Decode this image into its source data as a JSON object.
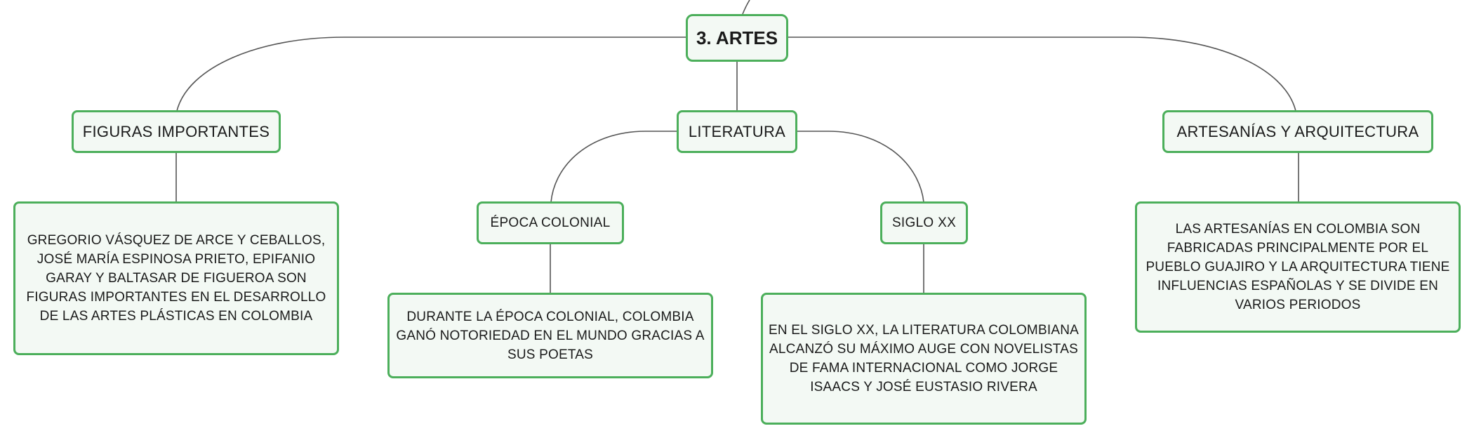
{
  "root": {
    "label": "3. ARTES"
  },
  "branches": {
    "figuras": {
      "label": "FIGURAS IMPORTANTES",
      "detail": "GREGORIO VÁSQUEZ DE ARCE Y CEBALLOS, JOSÉ MARÍA ESPINOSA PRIETO, EPIFANIO GARAY Y BALTASAR DE FIGUEROA SON FIGURAS IMPORTANTES EN EL DESARROLLO DE LAS ARTES PLÁSTICAS EN COLOMBIA"
    },
    "literatura": {
      "label": "LITERATURA",
      "children": {
        "colonial": {
          "label": "ÉPOCA COLONIAL",
          "detail": "DURANTE LA ÉPOCA COLONIAL, COLOMBIA GANÓ NOTORIEDAD EN EL MUNDO GRACIAS A SUS POETAS"
        },
        "siglo_xx": {
          "label": "SIGLO XX",
          "detail": "EN EL SIGLO XX, LA LITERATURA COLOMBIANA ALCANZÓ SU MÁXIMO AUGE CON NOVELISTAS DE FAMA INTERNACIONAL COMO JORGE ISAACS Y JOSÉ EUSTASIO RIVERA"
        }
      }
    },
    "artesanias": {
      "label": "ARTESANÍAS Y ARQUITECTURA",
      "detail": "LAS ARTESANÍAS EN COLOMBIA SON FABRICADAS PRINCIPALMENTE POR EL PUEBLO GUAJIRO Y LA ARQUITECTURA TIENE INFLUENCIAS ESPAÑOLAS Y SE DIVIDE EN VARIOS PERIODOS"
    }
  },
  "colors": {
    "node_border": "#4caf5b",
    "node_fill": "#f3f9f4",
    "connector": "#555555"
  }
}
